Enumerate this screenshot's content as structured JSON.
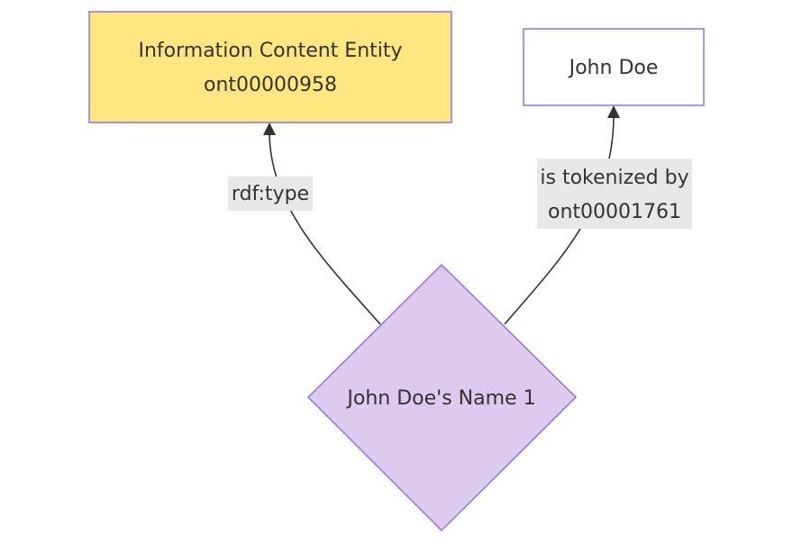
{
  "nodes": {
    "ice": {
      "line1": "Information Content Entity",
      "line2": "ont00000958",
      "fill": "#ffe680",
      "stroke": "#9370db"
    },
    "john_doe": {
      "label": "John Doe",
      "fill": "#ffffff",
      "stroke": "#9370db"
    },
    "name": {
      "label": "John Doe's Name 1",
      "fill": "#dccbef",
      "stroke": "#9370db"
    }
  },
  "edges": {
    "type_edge": {
      "label": "rdf:type"
    },
    "tokenized_edge": {
      "line1": "is tokenized by",
      "line2": "ont00001761"
    }
  },
  "colors": {
    "edge_stroke": "#333333",
    "edge_label_bg": "#e8e8e8",
    "text": "#333333"
  }
}
